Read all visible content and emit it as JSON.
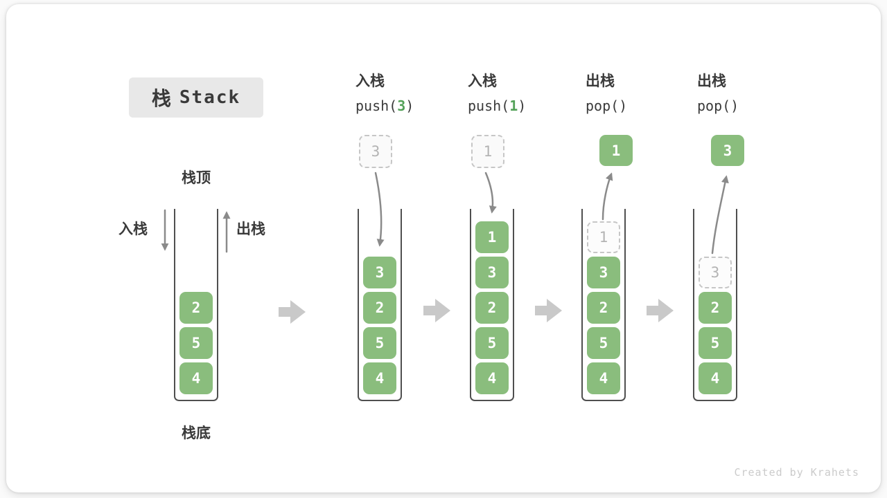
{
  "title": {
    "zh": "栈",
    "en": "Stack"
  },
  "legend": {
    "stack_top": "栈顶",
    "stack_bottom": "栈底",
    "push": "入栈",
    "pop": "出栈"
  },
  "initial_stack": {
    "blocks": [
      "2",
      "5",
      "4"
    ]
  },
  "stages": [
    {
      "op_label": "入栈",
      "op_code": [
        {
          "t": "push(",
          "accent": false
        },
        {
          "t": "3",
          "accent": true
        },
        {
          "t": ")",
          "accent": false
        }
      ],
      "floating": {
        "value": "3",
        "variant": "dashed"
      },
      "arrow": "in",
      "blocks": [
        {
          "value": "3"
        },
        {
          "value": "2"
        },
        {
          "value": "5"
        },
        {
          "value": "4"
        }
      ]
    },
    {
      "op_label": "入栈",
      "op_code": [
        {
          "t": "push(",
          "accent": false
        },
        {
          "t": "1",
          "accent": true
        },
        {
          "t": ")",
          "accent": false
        }
      ],
      "floating": {
        "value": "1",
        "variant": "dashed"
      },
      "arrow": "in",
      "blocks": [
        {
          "value": "1"
        },
        {
          "value": "3"
        },
        {
          "value": "2"
        },
        {
          "value": "5"
        },
        {
          "value": "4"
        }
      ]
    },
    {
      "op_label": "出栈",
      "op_code": [
        {
          "t": "pop()",
          "accent": false
        }
      ],
      "floating": {
        "value": "1",
        "variant": "solid"
      },
      "arrow": "out",
      "blocks": [
        {
          "value": "1",
          "ghost": true
        },
        {
          "value": "3"
        },
        {
          "value": "2"
        },
        {
          "value": "5"
        },
        {
          "value": "4"
        }
      ]
    },
    {
      "op_label": "出栈",
      "op_code": [
        {
          "t": "pop()",
          "accent": false
        }
      ],
      "floating": {
        "value": "3",
        "variant": "solid"
      },
      "arrow": "out",
      "blocks": [
        {
          "value": "3",
          "ghost": true
        },
        {
          "value": "2"
        },
        {
          "value": "5"
        },
        {
          "value": "4"
        }
      ]
    }
  ],
  "watermark": "Created by Krahets",
  "colors": {
    "block_green": "#8abd7d",
    "code_accent_green": "#53a158",
    "arrow_gray": "#8a8a8a",
    "flow_arrow_gray": "#c9c9c9",
    "title_badge_bg": "#e8e8e8",
    "text_dark": "#3a3a3a"
  }
}
